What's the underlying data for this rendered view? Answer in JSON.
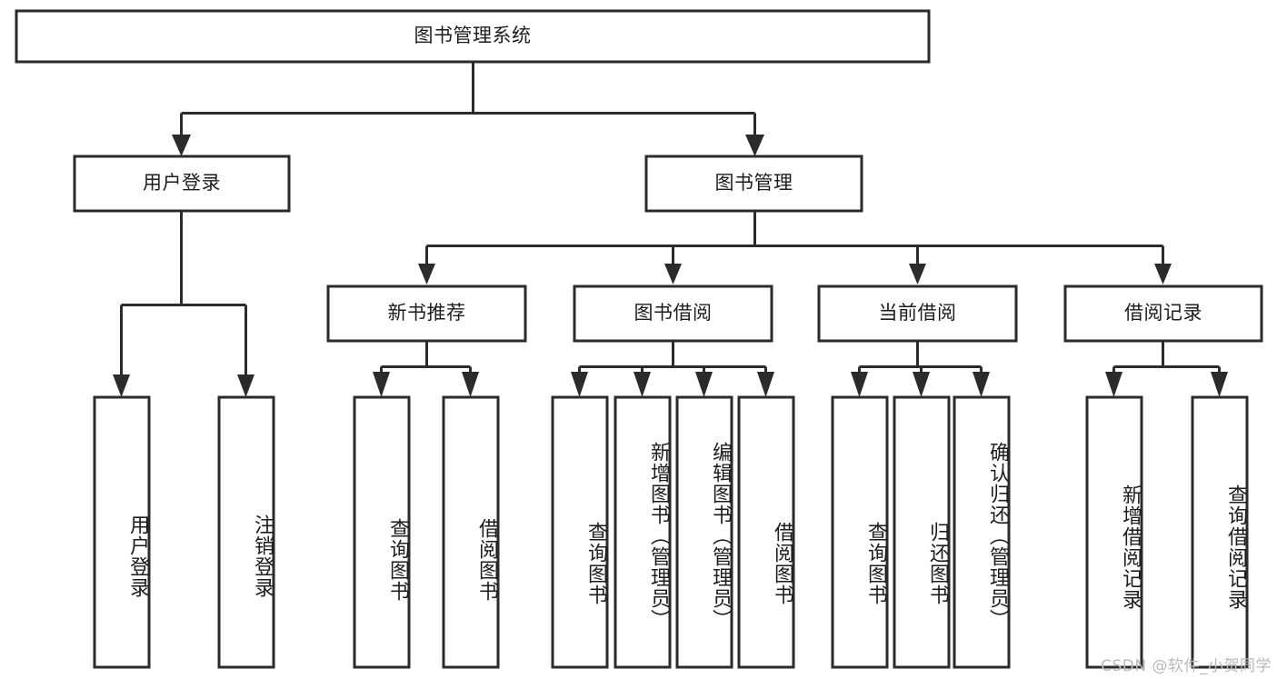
{
  "diagram": {
    "title": "图书管理系统",
    "type": "tree",
    "watermark": "CSDN @软件_小贺同学",
    "colors": {
      "stroke": "#2b2b2b",
      "fill": "#ffffff",
      "text": "#1d1d1d",
      "watermark": "#b9b9b9",
      "background": "#ffffff"
    },
    "root": {
      "label": "图书管理系统",
      "orientation": "horizontal"
    },
    "level2": [
      {
        "label": "用户登录",
        "orientation": "horizontal"
      },
      {
        "label": "图书管理",
        "orientation": "horizontal"
      }
    ],
    "level3": [
      {
        "label": "新书推荐",
        "orientation": "horizontal",
        "parent": "图书管理"
      },
      {
        "label": "图书借阅",
        "orientation": "horizontal",
        "parent": "图书管理"
      },
      {
        "label": "当前借阅",
        "orientation": "horizontal",
        "parent": "图书管理"
      },
      {
        "label": "借阅记录",
        "orientation": "horizontal",
        "parent": "图书管理"
      }
    ],
    "leaves": [
      {
        "label": "用户登录",
        "parent": "用户登录",
        "orientation": "vertical"
      },
      {
        "label": "注销登录",
        "parent": "用户登录",
        "orientation": "vertical"
      },
      {
        "label": "查询图书",
        "parent": "新书推荐",
        "orientation": "vertical"
      },
      {
        "label": "借阅图书",
        "parent": "新书推荐",
        "orientation": "vertical"
      },
      {
        "label": "查询图书",
        "parent": "图书借阅",
        "orientation": "vertical"
      },
      {
        "label": "新增图书（管理员）",
        "parent": "图书借阅",
        "orientation": "vertical"
      },
      {
        "label": "编辑图书（管理员）",
        "parent": "图书借阅",
        "orientation": "vertical"
      },
      {
        "label": "借阅图书",
        "parent": "图书借阅",
        "orientation": "vertical"
      },
      {
        "label": "查询图书",
        "parent": "当前借阅",
        "orientation": "vertical"
      },
      {
        "label": "归还图书",
        "parent": "当前借阅",
        "orientation": "vertical"
      },
      {
        "label": "确认归还（管理员）",
        "parent": "当前借阅",
        "orientation": "vertical"
      },
      {
        "label": "新增借阅记录",
        "parent": "借阅记录",
        "orientation": "vertical"
      },
      {
        "label": "查询借阅记录",
        "parent": "借阅记录",
        "orientation": "vertical"
      }
    ]
  }
}
